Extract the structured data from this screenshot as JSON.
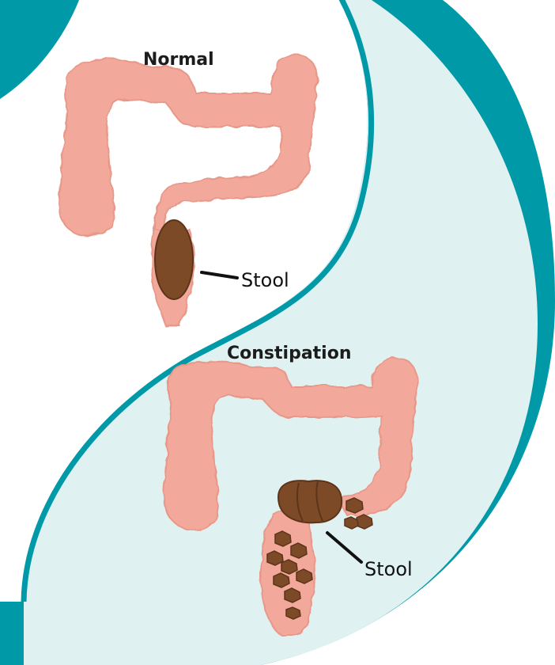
{
  "normal": {
    "title": "Normal",
    "stool_label": "Stool"
  },
  "constipation": {
    "title": "Constipation",
    "stool_label": "Stool"
  },
  "colors": {
    "teal": "#0099a8",
    "pale_panel": "#e0f1f2",
    "colon": "#f2a99c",
    "colon_edge": "#e79484",
    "stool": "#7c4a27",
    "stool_dark": "#5d3419"
  }
}
